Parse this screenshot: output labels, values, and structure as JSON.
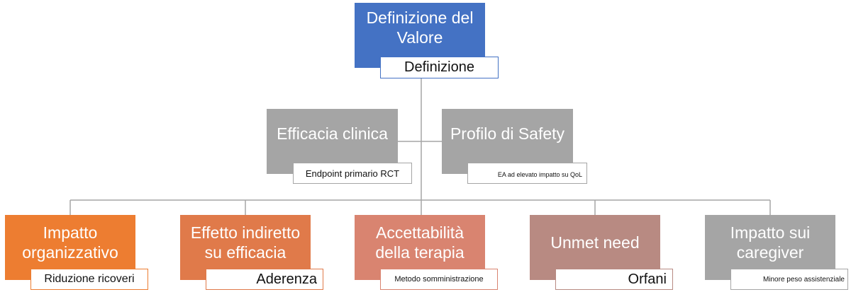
{
  "root": {
    "title": "Definizione del\nValore",
    "subtitle": "Definizione"
  },
  "level2": [
    {
      "title": "Efficacia clinica",
      "subtitle": "Endpoint primario RCT"
    },
    {
      "title": "Profilo di Safety",
      "subtitle": "EA ad elevato impatto su QoL"
    }
  ],
  "level3": [
    {
      "title": "Impatto\norganizzativo",
      "subtitle": "Riduzione ricoveri"
    },
    {
      "title": "Effetto indiretto\nsu efficacia",
      "subtitle": "Aderenza"
    },
    {
      "title": "Accettabilità\ndella terapia",
      "subtitle": "Metodo somministrazione"
    },
    {
      "title": "Unmet need",
      "subtitle": "Orfani"
    },
    {
      "title": "Impatto sui\ncaregiver",
      "subtitle": "Minore peso assistenziale"
    }
  ],
  "colors": {
    "root": "#4472c4",
    "level2": "#a5a5a5",
    "impatto": "#ed7d31",
    "effetto": "#e07a4a",
    "accettabilita": "#d98470",
    "unmet": "#b88a82",
    "caregiver": "#a5a5a5",
    "connector": "#a6a6a6"
  }
}
